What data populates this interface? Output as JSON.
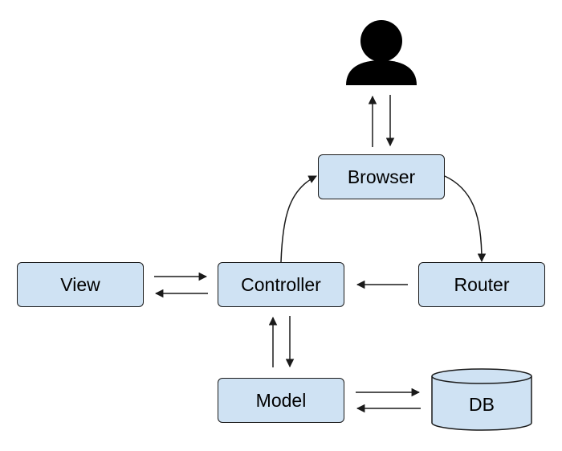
{
  "diagram": {
    "nodes": {
      "browser": "Browser",
      "view": "View",
      "controller": "Controller",
      "router": "Router",
      "model": "Model",
      "db": "DB"
    },
    "icons": {
      "user": "user-icon",
      "database": "database-cylinder-icon"
    },
    "colors": {
      "node_fill": "#cfe2f3",
      "stroke": "#1a1a1a",
      "user_icon": "#000000"
    }
  }
}
